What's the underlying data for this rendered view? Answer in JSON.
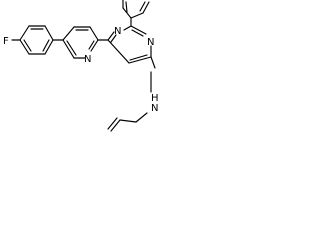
{
  "molecule": {
    "atom_labels": {
      "fluorine": "F",
      "pyridine_n": "N",
      "pyrimidine_n1": "N",
      "pyrimidine_n3": "N",
      "amine_n": "N",
      "amine_h": "H"
    }
  }
}
